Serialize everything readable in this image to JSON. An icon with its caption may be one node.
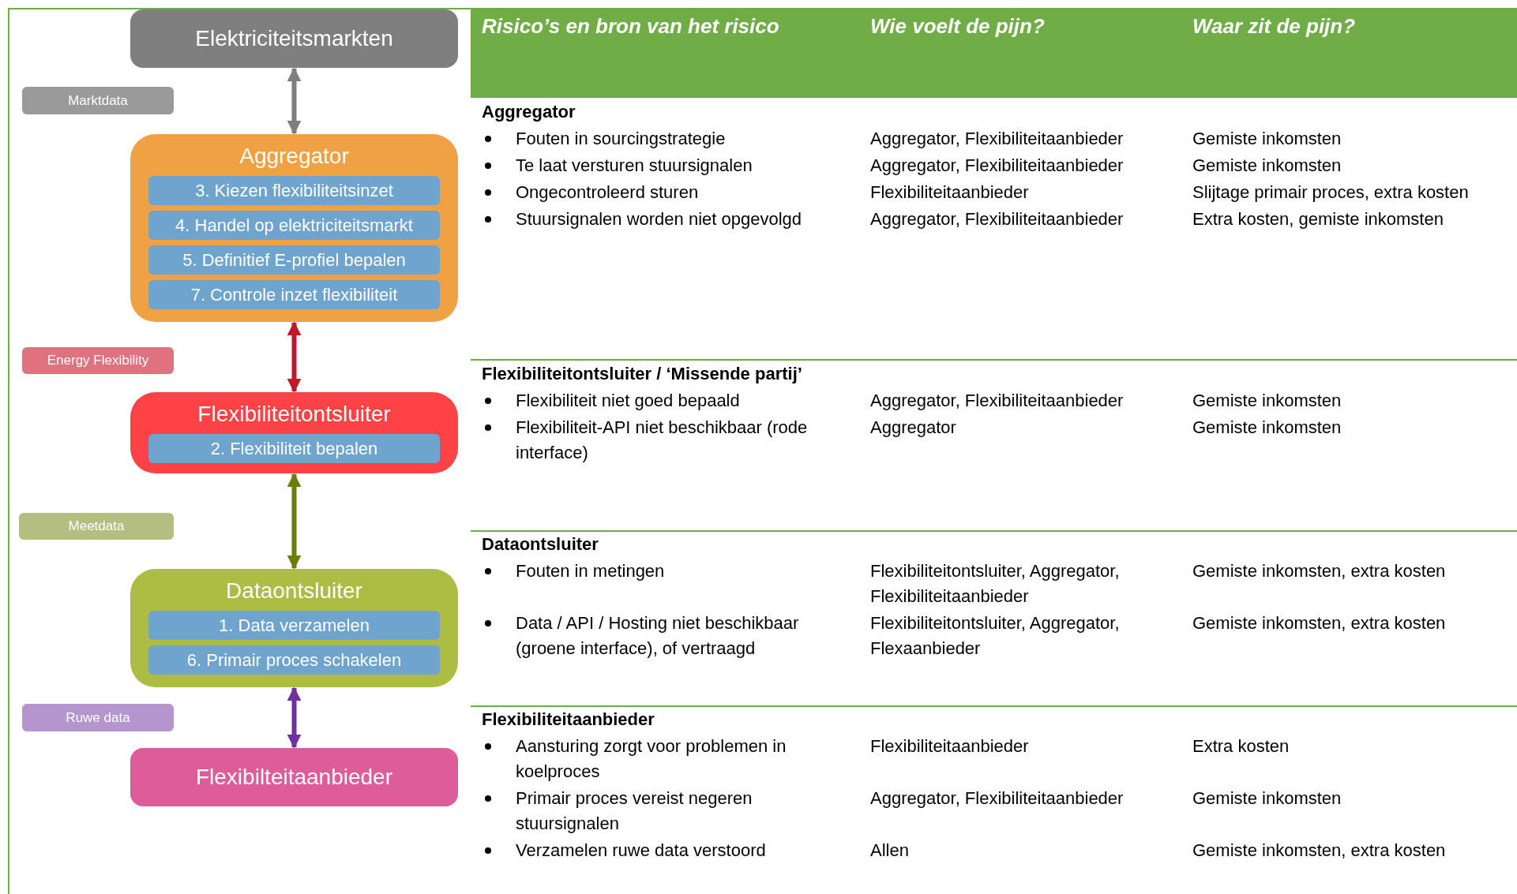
{
  "diagram": {
    "nodes": [
      {
        "text": [
          "Elektriciteitsmarkten"
        ]
      },
      {
        "text": [
          "Marktdata"
        ]
      },
      {
        "text": [
          "Aggregator"
        ]
      },
      {
        "text": [
          "3. Kiezen flexibiliteitsinzet"
        ],
        "in": 2
      },
      {
        "text": [
          "4. Handel op elektriciteitsmarkt"
        ],
        "in": 2
      },
      {
        "text": [
          "5. Definitief E-profiel bepalen"
        ],
        "in": 2
      },
      {
        "text": [
          "7. Controle inzet flexibiliteit"
        ],
        "in": 2
      },
      {
        "text": [
          "Energy Flexibility"
        ]
      },
      {
        "text": [
          "Flexibiliteitontsluiter"
        ]
      },
      {
        "text": [
          "2. Flexibiliteit bepalen"
        ],
        "in": 8
      },
      {
        "text": [
          "Meetdata"
        ]
      },
      {
        "text": [
          "Dataontsluiter"
        ]
      },
      {
        "text": [
          "1. Data verzamelen"
        ],
        "in": 11
      },
      {
        "text": [
          "6. Primair proces schakelen"
        ],
        "in": 11
      },
      {
        "text": [
          "Ruwe data"
        ]
      },
      {
        "text": [
          "Flexibilteitaanbieder"
        ]
      }
    ],
    "edges": [
      {
        "from": 0,
        "to": 2,
        "arrow": "both",
        "color": "#7f7f7f"
      },
      {
        "from": 2,
        "to": 8,
        "arrow": "both",
        "color": "#c0182a"
      },
      {
        "from": 8,
        "to": 11,
        "arrow": "both",
        "color": "#6b7d0a"
      },
      {
        "from": 11,
        "to": 15,
        "arrow": "both",
        "color": "#7030a0"
      }
    ],
    "labels": [
      "Risico’s en bron van het risico",
      "Wie voelt de pijn?",
      "Waar zit de pijn?",
      "Aggregator",
      "Fouten in sourcingstrategie",
      "Aggregator, Flexibiliteitaanbieder",
      "Gemiste inkomsten",
      "Te laat versturen stuursignalen",
      "Aggregator, Flexibiliteitaanbieder",
      "Gemiste inkomsten",
      "Ongecontroleerd sturen",
      "Flexibiliteitaanbieder",
      "Slijtage primair proces, extra kosten",
      "Stuursignalen worden niet opgevolgd",
      "Aggregator, Flexibiliteitaanbieder",
      "Extra kosten, gemiste inkomsten",
      "Flexibiliteitontsluiter / ‘Missende partij’",
      "Flexibiliteit niet goed bepaald",
      "Aggregator, Flexibiliteitaanbieder",
      "Gemiste inkomsten",
      "Flexibiliteit-API niet beschikbaar (rode interface)",
      "Aggregator",
      "Gemiste inkomsten",
      "Dataontsluiter",
      "Fouten in metingen",
      "Flexibiliteitontsluiter, Aggregator, Flexibiliteitaanbieder",
      "Gemiste inkomsten, extra kosten",
      "Data / API / Hosting niet beschikbaar (groene interface), of vertraagd",
      "Flexibiliteitontsluiter, Aggregator, Flexaanbieder",
      "Gemiste inkomsten, extra kosten",
      "Flexibiliteitaanbieder",
      "Aansturing zorgt voor problemen in koelproces",
      "Flexibiliteitaanbieder",
      "Extra kosten",
      "Primair proces vereist negeren stuursignalen",
      "Aggregator, Flexibiliteitaanbieder",
      "Gemiste inkomsten",
      "Verzamelen ruwe data verstoord",
      "Allen",
      "Gemiste inkomsten, extra kosten"
    ]
  }
}
